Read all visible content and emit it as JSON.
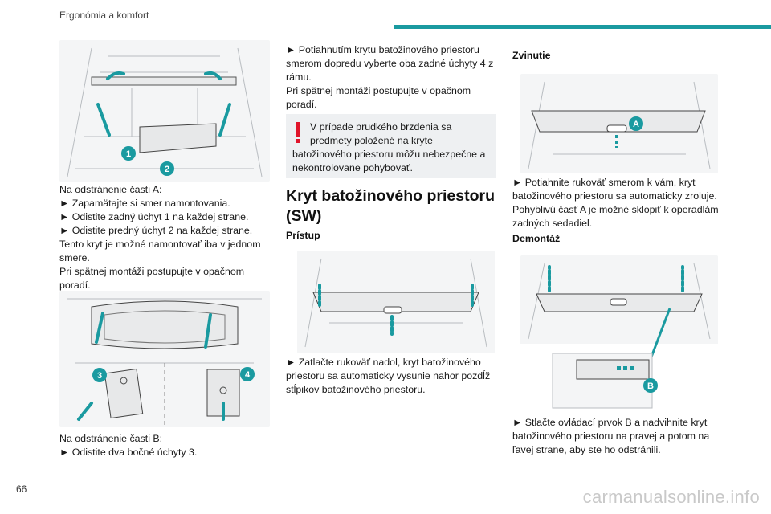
{
  "header": {
    "section": "Ergonómia a komfort"
  },
  "page_number": "66",
  "watermark": "carmanualsonline.info",
  "col1": {
    "fig1_badges": [
      "1",
      "2"
    ],
    "block1": [
      "Na odstránenie časti A:",
      "► Zapamätajte si smer namontovania.",
      "► Odistite zadný úchyt 1 na každej strane.",
      "► Odistite predný úchyt 2 na každej strane.",
      "Tento kryt je možné namontovať iba v jednom",
      "smere.",
      "Pri spätnej montáži postupujte v opačnom",
      "poradí."
    ],
    "fig2_badges": [
      "3",
      "4"
    ],
    "block2": [
      "Na odstránenie časti B:",
      "► Odistite dva bočné úchyty 3."
    ]
  },
  "col2": {
    "block1": [
      "► Potiahnutím krytu batožinového priestoru",
      "smerom dopredu vyberte oba zadné úchyty 4 z",
      "rámu.",
      "Pri spätnej montáži postupujte v opačnom",
      "poradí."
    ],
    "warning": [
      "V prípade prudkého brzdenia sa",
      "predmety položené na kryte",
      "batožinového priestoru môžu nebezpečne a",
      "nekontrolovane pohybovať."
    ],
    "heading": "Kryt batožinového priestoru (SW)",
    "subheading": "Prístup",
    "block2": [
      "► Zatlačte rukoväť nadol, kryt batožinového",
      "priestoru sa automaticky vysunie nahor pozdĺž",
      "stĺpikov batožinového priestoru."
    ]
  },
  "col3": {
    "subheading1": "Zvinutie",
    "fig_badge_a": "A",
    "block1": [
      "► Potiahnite rukoväť smerom k vám, kryt",
      "batožinového priestoru sa automaticky zroluje.",
      "Pohyblivú časť A je možné sklopiť k operadlám",
      "zadných sedadiel."
    ],
    "subheading2": "Demontáž",
    "fig_badge_b": "B",
    "block2": [
      "► Stlačte ovládací prvok B a nadvihnite kryt",
      "batožinového priestoru na pravej a potom na",
      "ľavej strane, aby ste ho odstránili."
    ]
  },
  "colors": {
    "accent": "#1a9aa0",
    "badge": "#1a9aa0",
    "warning": "#e0142a",
    "panel": "#eef0f2"
  }
}
